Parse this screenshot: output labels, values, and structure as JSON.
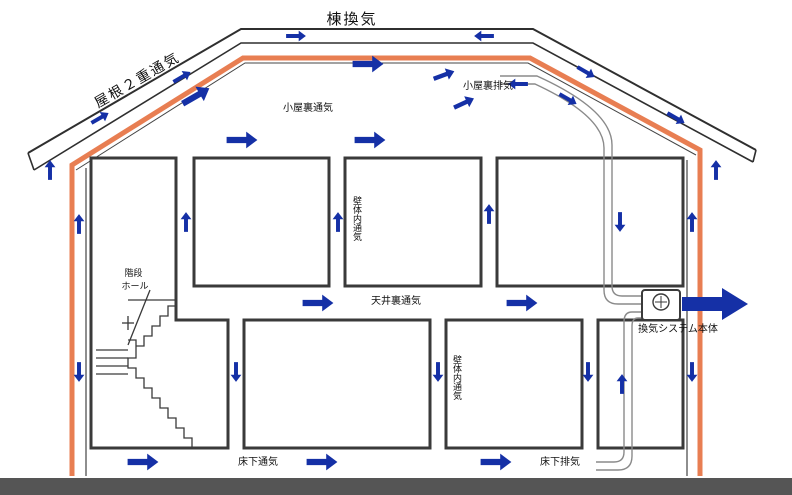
{
  "labels": {
    "ridge_vent": "棟換気",
    "double_roof_vent": "屋根２重通気",
    "attic_vent": "小屋裏通気",
    "attic_exhaust": "小屋裏排気",
    "stair_hall": "階段\nホール",
    "wall_vent_upper": "壁体内通気",
    "wall_vent_lower": "壁体内通気",
    "ceiling_vent": "天井裏通気",
    "ventilation_unit": "換気システム本体",
    "underfloor_vent": "床下通気",
    "underfloor_exhaust": "床下排気"
  },
  "colors": {
    "arrow": "#1530a6",
    "insulation": "#e87e52",
    "structure": "#3a3a3a",
    "ground": "#555555"
  },
  "icons": {
    "arrow": "flow-arrow-icon",
    "fan": "fan-icon"
  }
}
